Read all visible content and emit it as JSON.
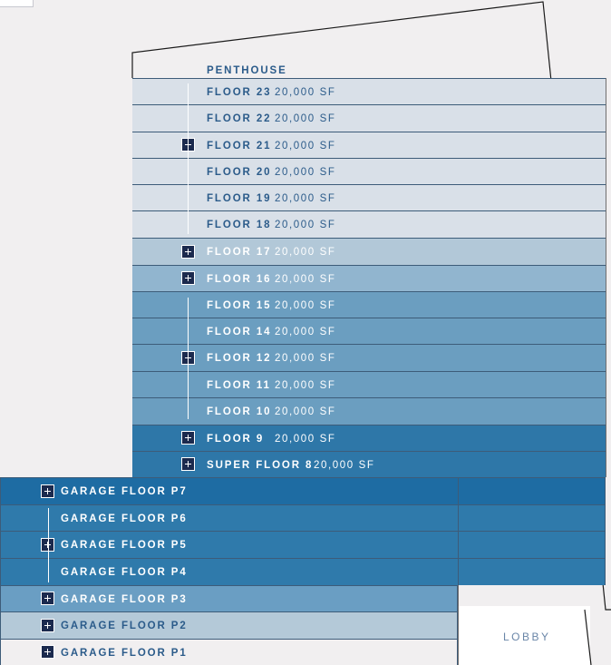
{
  "building": {
    "penthouse_label": "PENTHOUSE",
    "lobby_label": "LOBBY",
    "tower_floors": [
      {
        "label": "FLOOR 23",
        "area": "20,000 SF"
      },
      {
        "label": "FLOOR 22",
        "area": "20,000 SF"
      },
      {
        "label": "FLOOR 21",
        "area": "20,000 SF"
      },
      {
        "label": "FLOOR 20",
        "area": "20,000 SF"
      },
      {
        "label": "FLOOR 19",
        "area": "20,000 SF"
      },
      {
        "label": "FLOOR 18",
        "area": "20,000 SF"
      },
      {
        "label": "FLOOR 17",
        "area": "20,000 SF"
      },
      {
        "label": "FLOOR 16",
        "area": "20,000 SF"
      },
      {
        "label": "FLOOR 15",
        "area": "20,000 SF"
      },
      {
        "label": "FLOOR 14",
        "area": "20,000 SF"
      },
      {
        "label": "FLOOR 12",
        "area": "20,000 SF"
      },
      {
        "label": "FLOOR 11",
        "area": "20,000 SF"
      },
      {
        "label": "FLOOR 10",
        "area": "20,000 SF"
      },
      {
        "label": "FLOOR 9",
        "area": "20,000 SF"
      },
      {
        "label": "SUPER FLOOR 8",
        "area": "20,000 SF"
      }
    ],
    "garage_floors": [
      {
        "label": "GARAGE FLOOR P7"
      },
      {
        "label": "GARAGE FLOOR P6"
      },
      {
        "label": "GARAGE FLOOR P5"
      },
      {
        "label": "GARAGE FLOOR P4"
      },
      {
        "label": "GARAGE FLOOR P3"
      },
      {
        "label": "GARAGE FLOOR P2"
      },
      {
        "label": "GARAGE FLOOR P1"
      }
    ],
    "expand_icon": "plus-square-icon",
    "colors": {
      "tier_top": "#d9e0e8",
      "tier_17": "#b2c8d8",
      "tier_16": "#91b5cf",
      "tier_mid": "#6b9ec0",
      "tier_low": "#2e77a8",
      "garage_p7": "#1e6ca3",
      "garage_upper": "#2f7aab",
      "garage_p3": "#6a9ec3",
      "garage_p2": "#b4c9d8",
      "garage_p1": "#f1eff0",
      "text_dark": "#2b5b8a",
      "text_light": "#ffffff"
    }
  }
}
